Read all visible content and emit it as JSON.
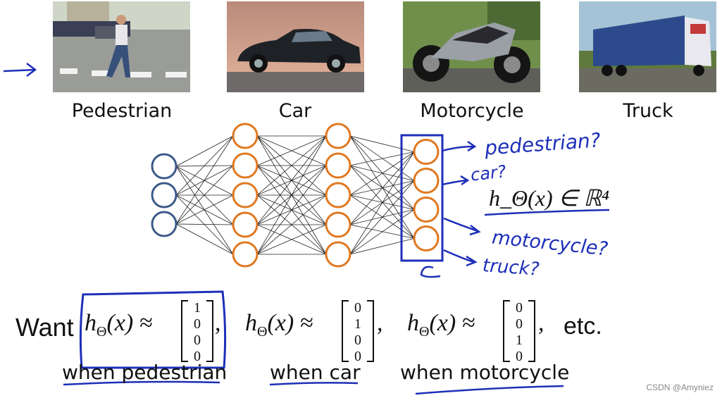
{
  "images": [
    {
      "name": "pedestrian-photo",
      "caption": "Pedestrian"
    },
    {
      "name": "car-photo",
      "caption": "Car"
    },
    {
      "name": "motorcycle-photo",
      "caption": "Motorcycle"
    },
    {
      "name": "truck-photo",
      "caption": "Truck"
    }
  ],
  "network": {
    "layers": [
      3,
      5,
      5,
      4
    ],
    "input_color": "#3c5a8a",
    "hidden_color": "#e07820"
  },
  "annotations": {
    "output_labels": [
      "pedestrian?",
      "car?",
      "motorcycle?",
      "truck?"
    ],
    "hypothesis": "h_Θ(x) ∈ ℝ⁴",
    "ink_color": "#1e2fb8"
  },
  "want": {
    "label": "Want",
    "lhs": "h",
    "subscript": "Θ",
    "arg": "(x) ≈",
    "vectors": [
      [
        "1",
        "0",
        "0",
        "0"
      ],
      [
        "0",
        "1",
        "0",
        "0"
      ],
      [
        "0",
        "0",
        "1",
        "0"
      ]
    ],
    "comma": ",",
    "etc": "etc.",
    "when_labels": [
      "when pedestrian",
      "when car",
      "when motorcycle"
    ]
  },
  "watermark": "CSDN @Amyniez"
}
